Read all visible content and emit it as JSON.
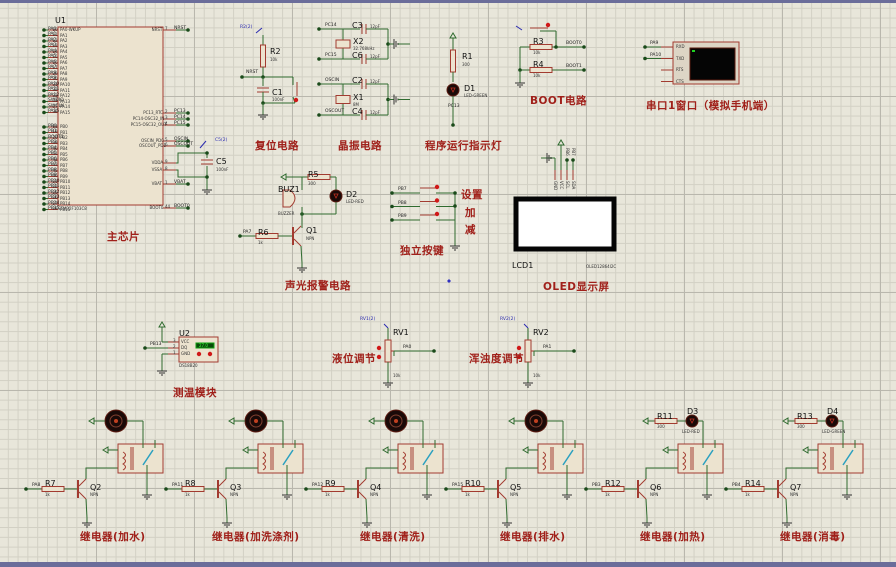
{
  "app": {
    "name": "Proteus ISIS schematic"
  },
  "sections": {
    "main_chip": "主芯片",
    "reset": "复位电路",
    "crystal": "晶振电路",
    "run_led": "程序运行指示灯",
    "boot": "BOOT电路",
    "uart": "串口1窗口（模拟手机端）",
    "alarm": "声光报警电路",
    "keys": "独立按键",
    "oled": "OLED显示屏",
    "temp": "测温模块",
    "level": "液位调节",
    "turbidity": "浑浊度调节",
    "relay1": "继电器(加水)",
    "relay2": "继电器(加洗涤剂)",
    "relay3": "继电器(清洗)",
    "relay4": "继电器(排水)",
    "relay5": "继电器(加热)",
    "relay6": "继电器(消毒)"
  },
  "keys": {
    "set": "设置",
    "add": "加",
    "sub": "减"
  },
  "u1": {
    "ref": "U1",
    "part": "STM32F103C8",
    "left_pins": [
      {
        "net": "PA0",
        "num": "10",
        "name": "PA0-WKUP"
      },
      {
        "net": "PA1",
        "num": "11",
        "name": "PA1"
      },
      {
        "net": "PA2",
        "num": "12",
        "name": "PA2"
      },
      {
        "net": "PA3",
        "num": "13",
        "name": "PA3"
      },
      {
        "net": "PA4",
        "num": "14",
        "name": "PA4"
      },
      {
        "net": "PA5",
        "num": "15",
        "name": "PA5"
      },
      {
        "net": "PA6",
        "num": "16",
        "name": "PA6"
      },
      {
        "net": "PA7",
        "num": "17",
        "name": "PA7"
      },
      {
        "net": "PA8",
        "num": "29",
        "name": "PA8"
      },
      {
        "net": "PA9",
        "num": "30",
        "name": "PA9"
      },
      {
        "net": "PA10",
        "num": "31",
        "name": "PA10"
      },
      {
        "net": "PA11",
        "num": "32",
        "name": "PA11"
      },
      {
        "net": "PA12",
        "num": "33",
        "name": "PA12"
      },
      {
        "net": "SWDIO",
        "num": "34",
        "name": "PA13"
      },
      {
        "net": "SWCLK",
        "num": "37",
        "name": "PA14"
      },
      {
        "net": "PA15",
        "num": "38",
        "name": "PA15"
      },
      {
        "net": "PB0",
        "num": "18",
        "name": "PB0"
      },
      {
        "net": "PB1",
        "num": "19",
        "name": "PB1"
      },
      {
        "net": "BOOT1",
        "num": "20",
        "name": "PB2"
      },
      {
        "net": "PB3",
        "num": "39",
        "name": "PB3"
      },
      {
        "net": "PB4",
        "num": "40",
        "name": "PB4"
      },
      {
        "net": "PB5",
        "num": "41",
        "name": "PB5"
      },
      {
        "net": "PB6",
        "num": "42",
        "name": "PB6"
      },
      {
        "net": "PB7",
        "num": "43",
        "name": "PB7"
      },
      {
        "net": "PB8",
        "num": "45",
        "name": "PB8"
      },
      {
        "net": "PB9",
        "num": "46",
        "name": "PB9"
      },
      {
        "net": "PB10",
        "num": "21",
        "name": "PB10"
      },
      {
        "net": "PB11",
        "num": "22",
        "name": "PB11"
      },
      {
        "net": "PB12",
        "num": "25",
        "name": "PB12"
      },
      {
        "net": "PB13",
        "num": "26",
        "name": "PB13"
      },
      {
        "net": "PB14",
        "num": "27",
        "name": "PB14"
      },
      {
        "net": "PB15",
        "num": "28",
        "name": "PB15"
      }
    ],
    "right_pins": [
      {
        "name": "NRST",
        "num": "7",
        "net": "NRST"
      },
      {
        "name": "PC13_RTC",
        "num": "2",
        "net": "PC13"
      },
      {
        "name": "PC14-OSC32_IN",
        "num": "3",
        "net": "PC14"
      },
      {
        "name": "PC15-OSC32_OUT",
        "num": "4",
        "net": "PC15"
      },
      {
        "name": "OSCIN_PD0",
        "num": "5",
        "net": "OSCIN"
      },
      {
        "name": "OSCOUT_PD1",
        "num": "6",
        "net": "OSCOUT"
      },
      {
        "name": "VDDA",
        "num": "9",
        "net": ""
      },
      {
        "name": "VSSA",
        "num": "8",
        "net": ""
      },
      {
        "name": "VBAT",
        "num": "1",
        "net": "VBAT"
      },
      {
        "name": "BOOT0",
        "num": "44",
        "net": "BOOT0"
      }
    ]
  },
  "c5": {
    "ref": "C5",
    "value": "100nF",
    "probe": "C5(2)"
  },
  "reset": {
    "r_ref": "R2",
    "r_val": "10k",
    "c_ref": "C1",
    "c_val": "100nF",
    "net": "NRST",
    "probe": "R2(2)"
  },
  "crystal": {
    "c3": "C3",
    "c6": "C6",
    "c2": "C2",
    "c4": "C4",
    "cval": "12pF",
    "x2": "X2",
    "x2_val": "32.768kHz",
    "x1": "X1",
    "x1_val": "8M",
    "n1": "PC14",
    "n2": "PC15",
    "n3": "OSCIN",
    "n4": "OSCOUT"
  },
  "run_led": {
    "r_ref": "R1",
    "r_val": "300",
    "d_ref": "D1",
    "d_val": "LED-GREEN",
    "net": "PC13"
  },
  "boot": {
    "r3": "R3",
    "r4": "R4",
    "rval": "10k",
    "n0": "BOOT0",
    "n1": "BOOT1"
  },
  "uart": {
    "pins": [
      "RXD",
      "TXD",
      "RTS",
      "CTS"
    ],
    "nets": [
      "PA9",
      "PA10"
    ]
  },
  "alarm": {
    "buz": "BUZ1",
    "buz_val": "BUZZER",
    "r5": "R5",
    "r5_val": "300",
    "d2": "D2",
    "d2_val": "LED-RED",
    "r6": "R6",
    "r6_val": "1k",
    "q1": "Q1",
    "q1_val": "NPN",
    "net": "PA7"
  },
  "keys_nets": [
    "PB7",
    "PB8",
    "PB9"
  ],
  "oled": {
    "ref": "LCD1",
    "part": "OLED12864I2C",
    "pins": [
      "GND",
      "VCC",
      "SCL",
      "SDA"
    ],
    "nets": [
      "PB6",
      "PB7"
    ]
  },
  "temp": {
    "ref": "U2",
    "part": "DS18B20",
    "pins": [
      "VCC",
      "DQ",
      "GND"
    ],
    "nums": [
      "3",
      "2",
      "1"
    ],
    "net": "PB13",
    "display": "27.0"
  },
  "rv1": {
    "ref": "RV1",
    "val": "10k",
    "net": "PA0",
    "probe": "RV1(2)"
  },
  "rv2": {
    "ref": "RV2",
    "val": "10k",
    "net": "PA1",
    "probe": "RV2(2)"
  },
  "relays": [
    {
      "r": "R7",
      "rv": "1k",
      "q": "Q2",
      "net": "PA8"
    },
    {
      "r": "R8",
      "rv": "1k",
      "q": "Q3",
      "net": "PA11"
    },
    {
      "r": "R9",
      "rv": "1k",
      "q": "Q4",
      "net": "PA12"
    },
    {
      "r": "R10",
      "rv": "1k",
      "q": "Q5",
      "net": "PA15"
    },
    {
      "r": "R12",
      "rv": "1k",
      "q": "Q6",
      "net": "PB3",
      "led_r": "R11",
      "led_rv": "300",
      "led": "D3",
      "led_val": "LED-RED"
    },
    {
      "r": "R14",
      "rv": "1k",
      "q": "Q7",
      "net": "PB4",
      "led_r": "R13",
      "led_rv": "300",
      "led": "D4",
      "led_val": "LED-GREEN"
    }
  ],
  "npn": "NPN"
}
